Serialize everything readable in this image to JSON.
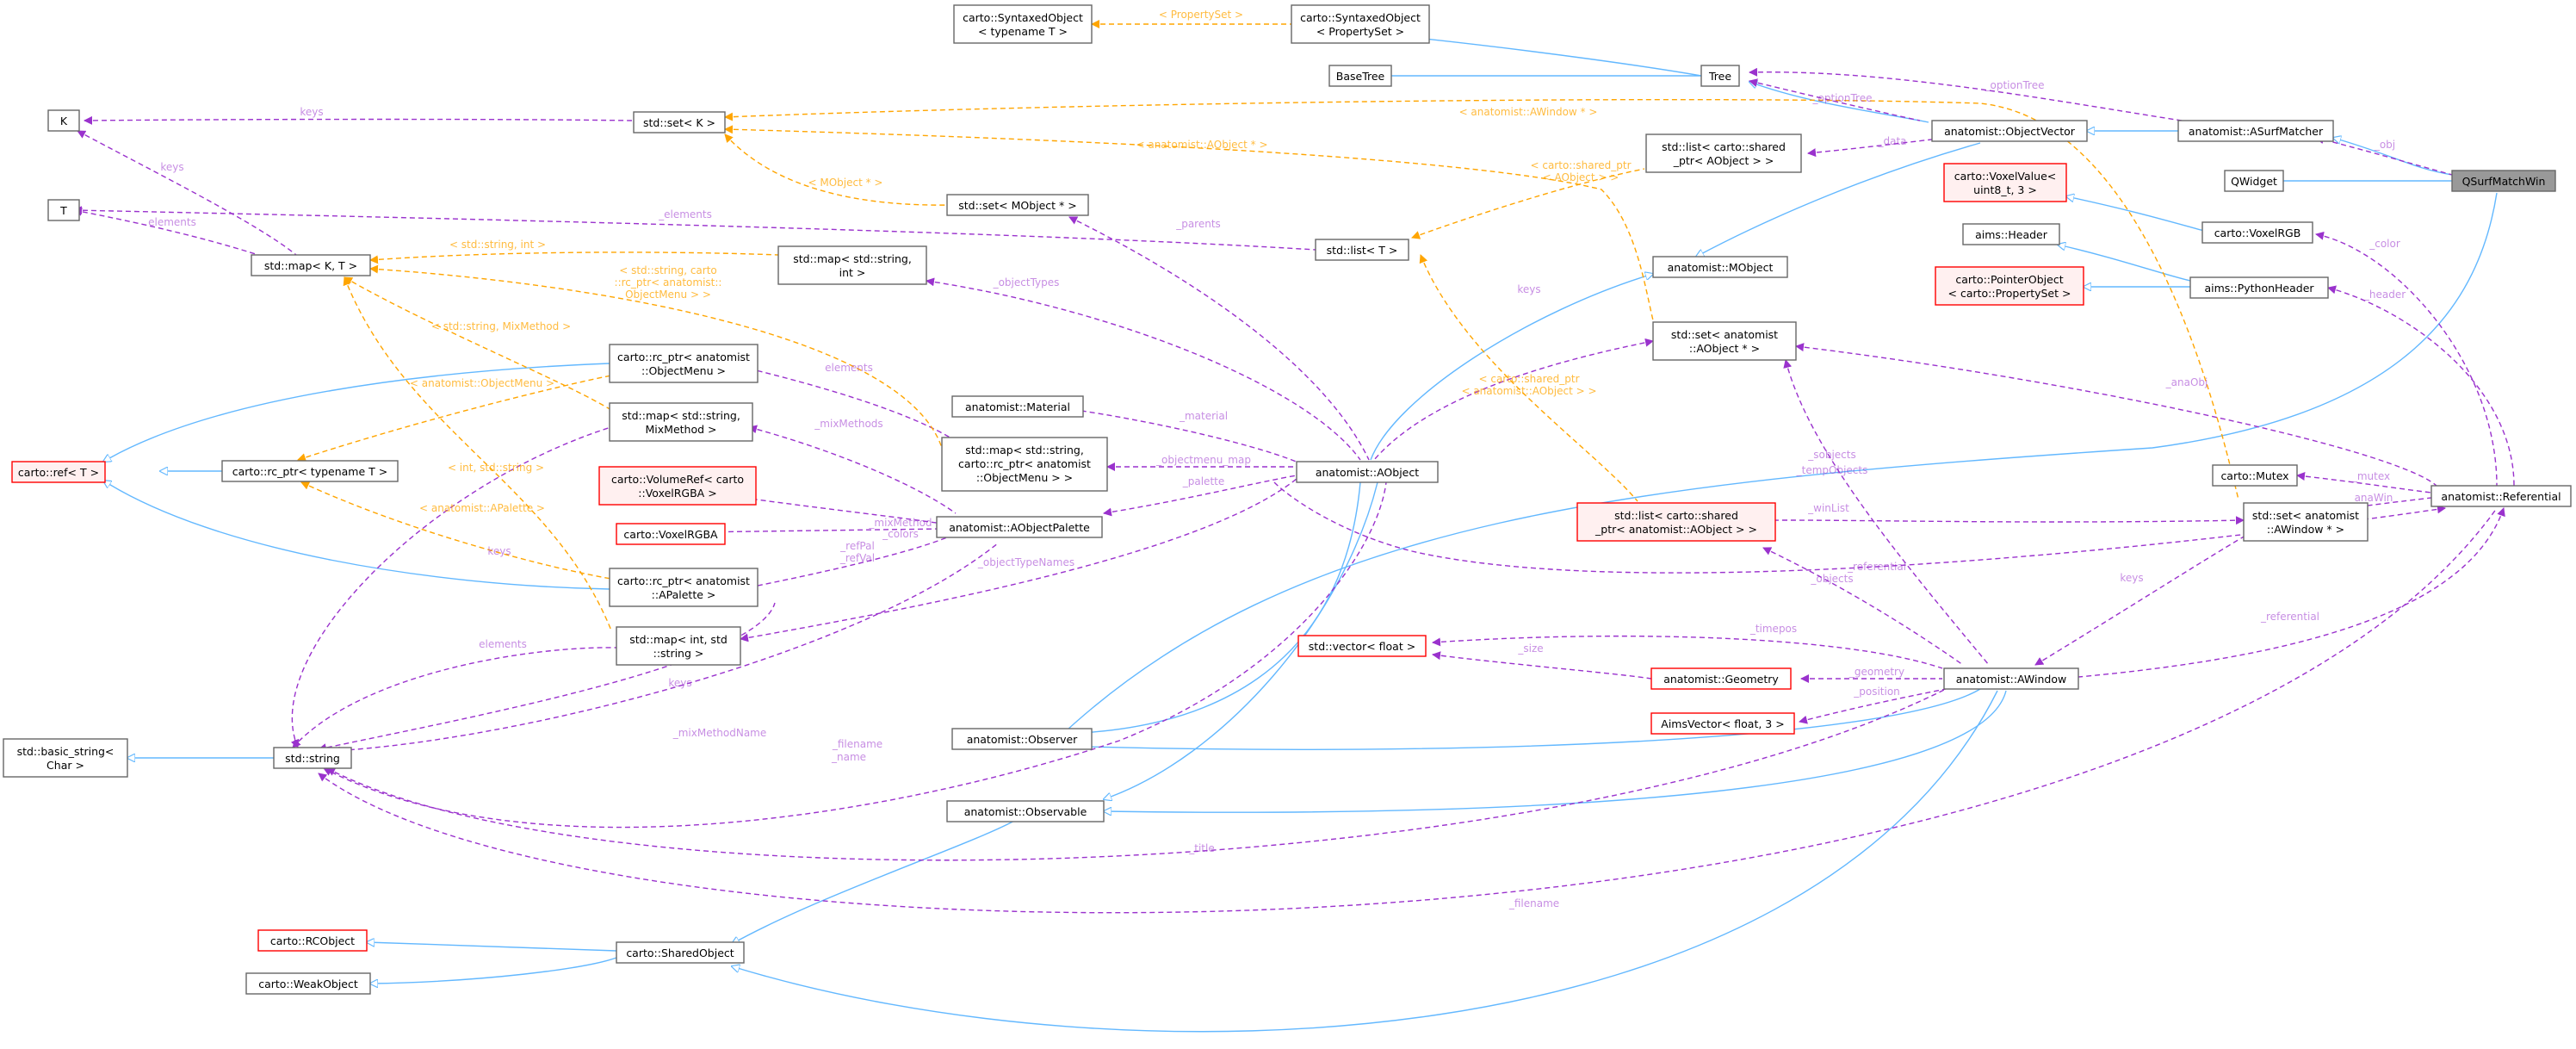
{
  "colors": {
    "inheritance": "#63b8ff",
    "usage": "#9a32cd",
    "template": "#ffa500",
    "node_border": "#666666",
    "undocumented_border": "#ff0000",
    "focus_fill": "#999999"
  },
  "nodes": {
    "qsurfmatchwin": [
      "QSurfMatchWin"
    ],
    "asurfmatcher": [
      "anatomist::ASurfMatcher"
    ],
    "qwidget": [
      "QWidget"
    ],
    "objectvector": [
      "anatomist::ObjectVector"
    ],
    "tree": [
      "Tree"
    ],
    "syntaxed_propset": [
      "carto::SyntaxedObject",
      "< PropertySet >"
    ],
    "syntaxed_t": [
      "carto::SyntaxedObject",
      "< typename T >"
    ],
    "basetree": [
      "BaseTree"
    ],
    "list_shared_aobject": [
      "std::list< carto::shared",
      "_ptr< AObject > >"
    ],
    "voxelvalue": [
      "carto::VoxelValue<",
      "uint8_t, 3 >"
    ],
    "voxelrgb": [
      "carto::VoxelRGB"
    ],
    "aims_header": [
      "aims::Header"
    ],
    "mobject": [
      "anatomist::MObject"
    ],
    "pointerobject": [
      "carto::PointerObject",
      "< carto::PropertySet >"
    ],
    "pythonheader": [
      "aims::PythonHeader"
    ],
    "set_anatomist_aobject": [
      "std::set< anatomist",
      "::AObject * >"
    ],
    "carto_mutex": [
      "carto::Mutex"
    ],
    "referential": [
      "anatomist::Referential"
    ],
    "set_awindow": [
      "std::set< anatomist",
      "::AWindow * >"
    ],
    "list_shared_anatomist_aobject": [
      "std::list< carto::shared",
      "_ptr< anatomist::AObject > >"
    ],
    "awindow": [
      "anatomist::AWindow"
    ],
    "vector_float": [
      "std::vector< float >"
    ],
    "geometry": [
      "anatomist::Geometry"
    ],
    "aimsvector": [
      "AimsVector< float, 3 >"
    ],
    "std_set_k": [
      "std::set< K >"
    ],
    "set_mobject": [
      "std::set< MObject * >"
    ],
    "std_list_t": [
      "std::list< T >"
    ],
    "map_string_int": [
      "std::map< std::string,",
      "int >"
    ],
    "k": [
      "K"
    ],
    "t": [
      "T"
    ],
    "map_kt": [
      "std::map< K, T >"
    ],
    "rcptr_objectmenu": [
      "carto::rc_ptr< anatomist",
      "::ObjectMenu >"
    ],
    "map_string_mixmethod": [
      "std::map< std::string,",
      "MixMethod >"
    ],
    "carto_ref": [
      "carto::ref< T >"
    ],
    "rcptr_t": [
      "carto::rc_ptr< typename T >"
    ],
    "volumeref": [
      "carto::VolumeRef< carto",
      "::VoxelRGBA >"
    ],
    "voxelrgba": [
      "carto::VoxelRGBA"
    ],
    "material": [
      "anatomist::Material"
    ],
    "map_string_rcptr_objectmenu": [
      "std::map< std::string,",
      "carto::rc_ptr< anatomist",
      "::ObjectMenu > >"
    ],
    "aobject": [
      "anatomist::AObject"
    ],
    "aobjectpalette": [
      "anatomist::AObjectPalette"
    ],
    "rcptr_apalette": [
      "carto::rc_ptr< anatomist",
      "::APalette >"
    ],
    "map_int_string": [
      "std::map< int, std",
      "::string >"
    ],
    "basic_string": [
      "std::basic_string<",
      "Char >"
    ],
    "std_string": [
      "std::string"
    ],
    "observer": [
      "anatomist::Observer"
    ],
    "observable": [
      "anatomist::Observable"
    ],
    "rcobject": [
      "carto::RCObject"
    ],
    "sharedobject": [
      "carto::SharedObject"
    ],
    "weakobject": [
      "carto::WeakObject"
    ]
  },
  "edge_labels": {
    "obj": "_obj",
    "optiontree_1": "_optionTree",
    "optiontree_2": "_optionTree",
    "propertyset": "< PropertySet >",
    "data": "_data",
    "color": "_color",
    "header": "_header",
    "anaobj": "_anaObj",
    "mutex": "_mutex",
    "anawin": "_anaWin",
    "keys_sk": "keys",
    "anatomist_awindow": "< anatomist::AWindow * >",
    "anatomist_aobject": "< anatomist::AObject * >",
    "carto_shared_ptr_1": "< carto::shared_ptr",
    "carto_shared_ptr_2": "< AObject > >",
    "mobject_star": "< MObject * >",
    "elements_t": "_elements",
    "elements_t2": "elements",
    "keys_k": "keys",
    "string_int": "< std::string, int >",
    "parents": "_parents",
    "objecttypes": "_objectTypes",
    "string_carto_1": "< std::string, carto",
    "string_carto_2": "::rc_ptr< anatomist::",
    "string_carto_3": "ObjectMenu > >",
    "string_mixmethod": "< std::string, MixMethod >",
    "elements_m": "elements",
    "mixmethods": "_mixMethods",
    "anatomist_objectmenu": "< anatomist::ObjectMenu >",
    "int_string": "< int, std::string >",
    "anatomist_apalette": "< anatomist::APalette >",
    "keys_string": "keys",
    "material": "_material",
    "objectmenu_map": "_objectmenu_map",
    "palette": "_palette",
    "colors": "_colors",
    "mixmethod": "_mixMethod",
    "refpal_1": "_refPal",
    "refpal_2": "_refVal",
    "objecttypenames": "_objectTypeNames",
    "keys_aobj": "keys",
    "shared_ptr_anat_1": "< carto::shared_ptr",
    "shared_ptr_anat_2": "< anatomist::AObject > >",
    "sobjects_1": "_sobjects",
    "sobjects_2": "_tempObjects",
    "winlist": "_winList",
    "referential_1": "_referential",
    "objects": "_objects",
    "keys_awin": "keys",
    "referential_2": "_referential",
    "timepos": "_timepos",
    "size": "_size",
    "geometry": "_geometry",
    "position": "_position",
    "elements_s": "elements",
    "keys_s2": "keys",
    "mixmethodname": "_mixMethodName",
    "filename_name_1": "_filename",
    "filename_name_2": "_name",
    "title": "_title",
    "filename": "_filename"
  }
}
